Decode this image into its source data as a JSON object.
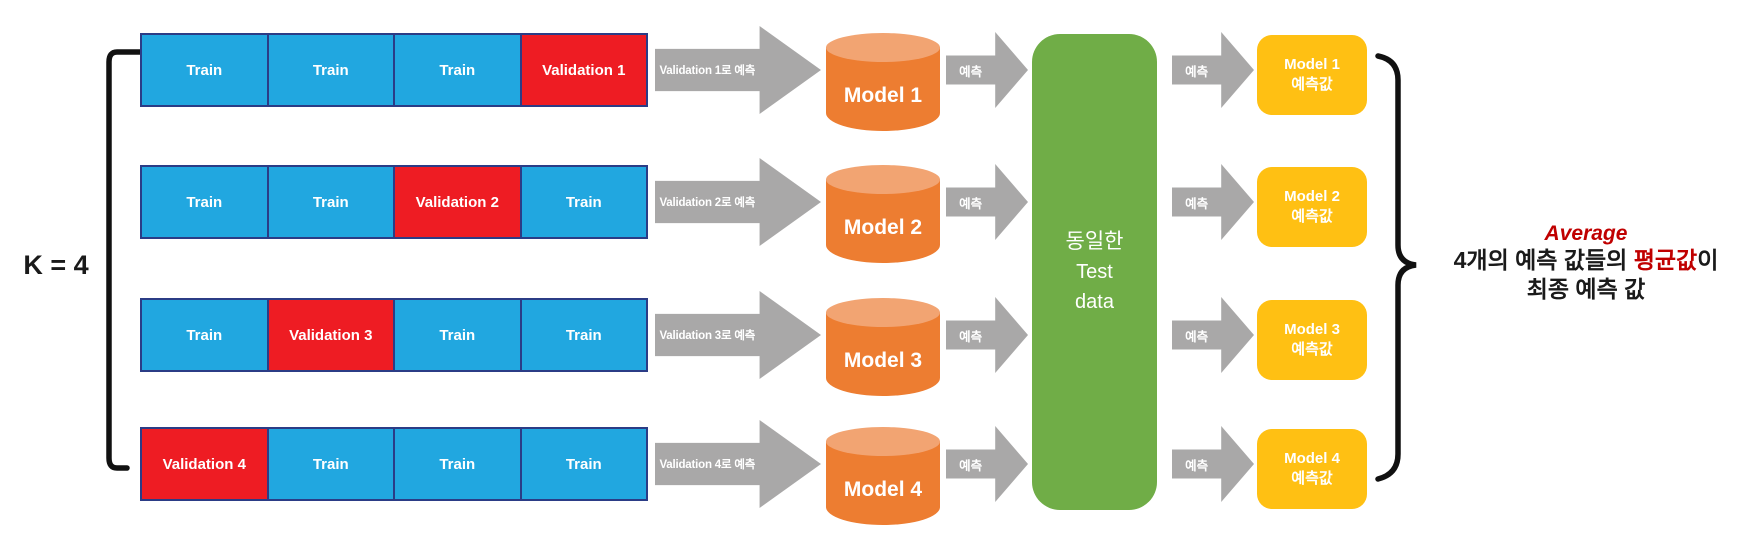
{
  "k_label": "K = 4",
  "colors": {
    "train_blue": "#21A7E0",
    "validation_red": "#EE1C23",
    "cell_border": "#2B3C86",
    "arrow_gray": "#A9A8A8",
    "cylinder_orange": "#ED7D31",
    "cylinder_top": "#F2A472",
    "test_green": "#70AD47",
    "result_yellow": "#FFC013",
    "accent_red": "#C00000"
  },
  "folds": [
    {
      "cells": [
        {
          "label": "Train",
          "type": "train"
        },
        {
          "label": "Train",
          "type": "train"
        },
        {
          "label": "Train",
          "type": "train"
        },
        {
          "label": "Validation 1",
          "type": "validation"
        }
      ],
      "arrow_label": "Validation 1로 예측",
      "model": "Model 1",
      "predict_in": "예측",
      "predict_out": "예측",
      "result_top": "Model 1",
      "result_bottom": "예측값"
    },
    {
      "cells": [
        {
          "label": "Train",
          "type": "train"
        },
        {
          "label": "Train",
          "type": "train"
        },
        {
          "label": "Validation 2",
          "type": "validation"
        },
        {
          "label": "Train",
          "type": "train"
        }
      ],
      "arrow_label": "Validation 2로 예측",
      "model": "Model 2",
      "predict_in": "예측",
      "predict_out": "예측",
      "result_top": "Model 2",
      "result_bottom": "예측값"
    },
    {
      "cells": [
        {
          "label": "Train",
          "type": "train"
        },
        {
          "label": "Validation 3",
          "type": "validation"
        },
        {
          "label": "Train",
          "type": "train"
        },
        {
          "label": "Train",
          "type": "train"
        }
      ],
      "arrow_label": "Validation 3로 예측",
      "model": "Model 3",
      "predict_in": "예측",
      "predict_out": "예측",
      "result_top": "Model 3",
      "result_bottom": "예측값"
    },
    {
      "cells": [
        {
          "label": "Validation 4",
          "type": "validation"
        },
        {
          "label": "Train",
          "type": "train"
        },
        {
          "label": "Train",
          "type": "train"
        },
        {
          "label": "Train",
          "type": "train"
        }
      ],
      "arrow_label": "Validation 4로 예측",
      "model": "Model 4",
      "predict_in": "예측",
      "predict_out": "예측",
      "result_top": "Model 4",
      "result_bottom": "예측값"
    }
  ],
  "test_box": {
    "line1": "동일한",
    "line2": "Test",
    "line3": "data"
  },
  "conclusion": {
    "title": "Average",
    "line1_pre": "4개의 예측 값들의 ",
    "line1_highlight": "평균값",
    "line1_post": "이",
    "line2": "최종 예측 값"
  }
}
